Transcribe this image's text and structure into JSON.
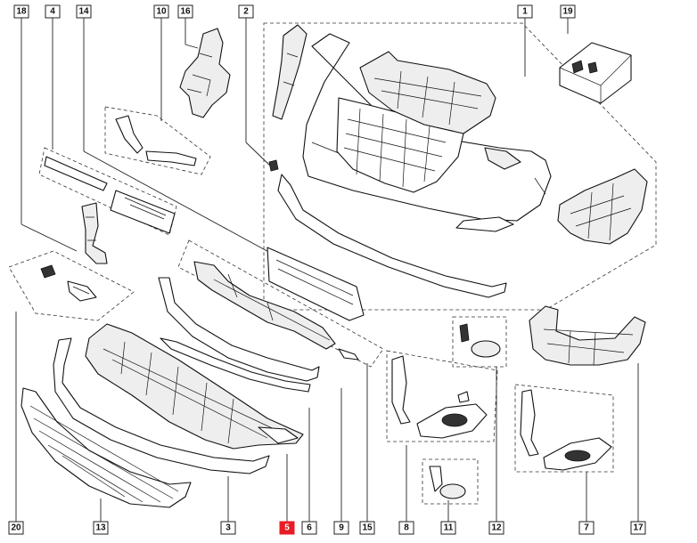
{
  "diagram": {
    "callouts": [
      {
        "id": "c18",
        "label": "18"
      },
      {
        "id": "c4",
        "label": "4"
      },
      {
        "id": "c14",
        "label": "14"
      },
      {
        "id": "c10",
        "label": "10"
      },
      {
        "id": "c16",
        "label": "16"
      },
      {
        "id": "c2",
        "label": "2"
      },
      {
        "id": "c1",
        "label": "1"
      },
      {
        "id": "c19",
        "label": "19"
      },
      {
        "id": "c20",
        "label": "20"
      },
      {
        "id": "c13",
        "label": "13"
      },
      {
        "id": "c3",
        "label": "3"
      },
      {
        "id": "c5",
        "label": "5",
        "highlighted": true
      },
      {
        "id": "c6",
        "label": "6"
      },
      {
        "id": "c9",
        "label": "9"
      },
      {
        "id": "c15",
        "label": "15"
      },
      {
        "id": "c8",
        "label": "8"
      },
      {
        "id": "c11",
        "label": "11"
      },
      {
        "id": "c12",
        "label": "12"
      },
      {
        "id": "c7",
        "label": "7"
      },
      {
        "id": "c17",
        "label": "17"
      }
    ],
    "colors": {
      "highlight": "#e81c24",
      "line": "#222222",
      "background": "#ffffff"
    }
  }
}
